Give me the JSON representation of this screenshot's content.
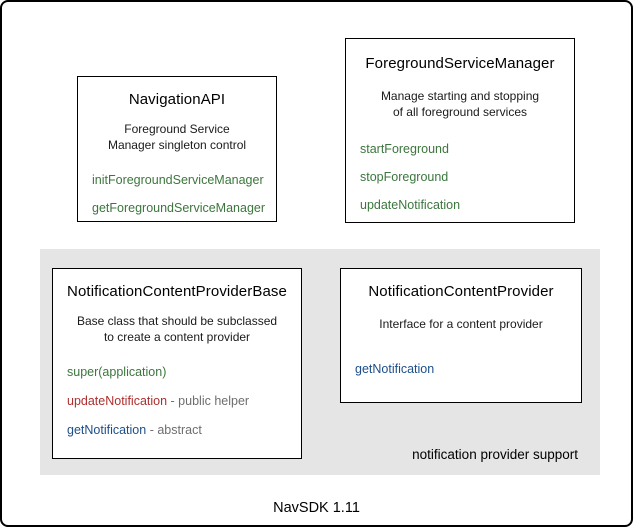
{
  "title": "NavSDK 1.11",
  "region_label": "notification provider support",
  "colors": {
    "method_green": "#3c763d",
    "method_red": "#ad2f2f",
    "method_blue": "#1d4e89",
    "note_gray": "#6e6e6e",
    "region_background": "#e5e5e5",
    "box_border": "#000000"
  },
  "navigation_api": {
    "title": "NavigationAPI",
    "description": [
      "Foreground Service",
      "Manager singleton control"
    ],
    "methods": [
      {
        "label": "initForegroundServiceManager",
        "color": "green"
      },
      {
        "label": "getForegroundServiceManager",
        "color": "green"
      }
    ]
  },
  "foreground_service_manager": {
    "title": "ForegroundServiceManager",
    "description": [
      "Manage starting and stopping",
      "of all foreground services"
    ],
    "methods": [
      {
        "label": "startForeground",
        "color": "green"
      },
      {
        "label": "stopForeground",
        "color": "green"
      },
      {
        "label": "updateNotification",
        "color": "green"
      }
    ]
  },
  "notification_content_provider_base": {
    "title": "NotificationContentProviderBase",
    "description": [
      "Base class that should be subclassed",
      "to create a content provider"
    ],
    "methods": [
      {
        "label": "super(application)",
        "color": "green",
        "note": ""
      },
      {
        "label": "updateNotification",
        "color": "red",
        "note": " - public helper"
      },
      {
        "label": "getNotification",
        "color": "blue",
        "note": " - abstract"
      }
    ]
  },
  "notification_content_provider": {
    "title": "NotificationContentProvider",
    "description": [
      "Interface for a content provider"
    ],
    "methods": [
      {
        "label": "getNotification",
        "color": "blue"
      }
    ]
  }
}
